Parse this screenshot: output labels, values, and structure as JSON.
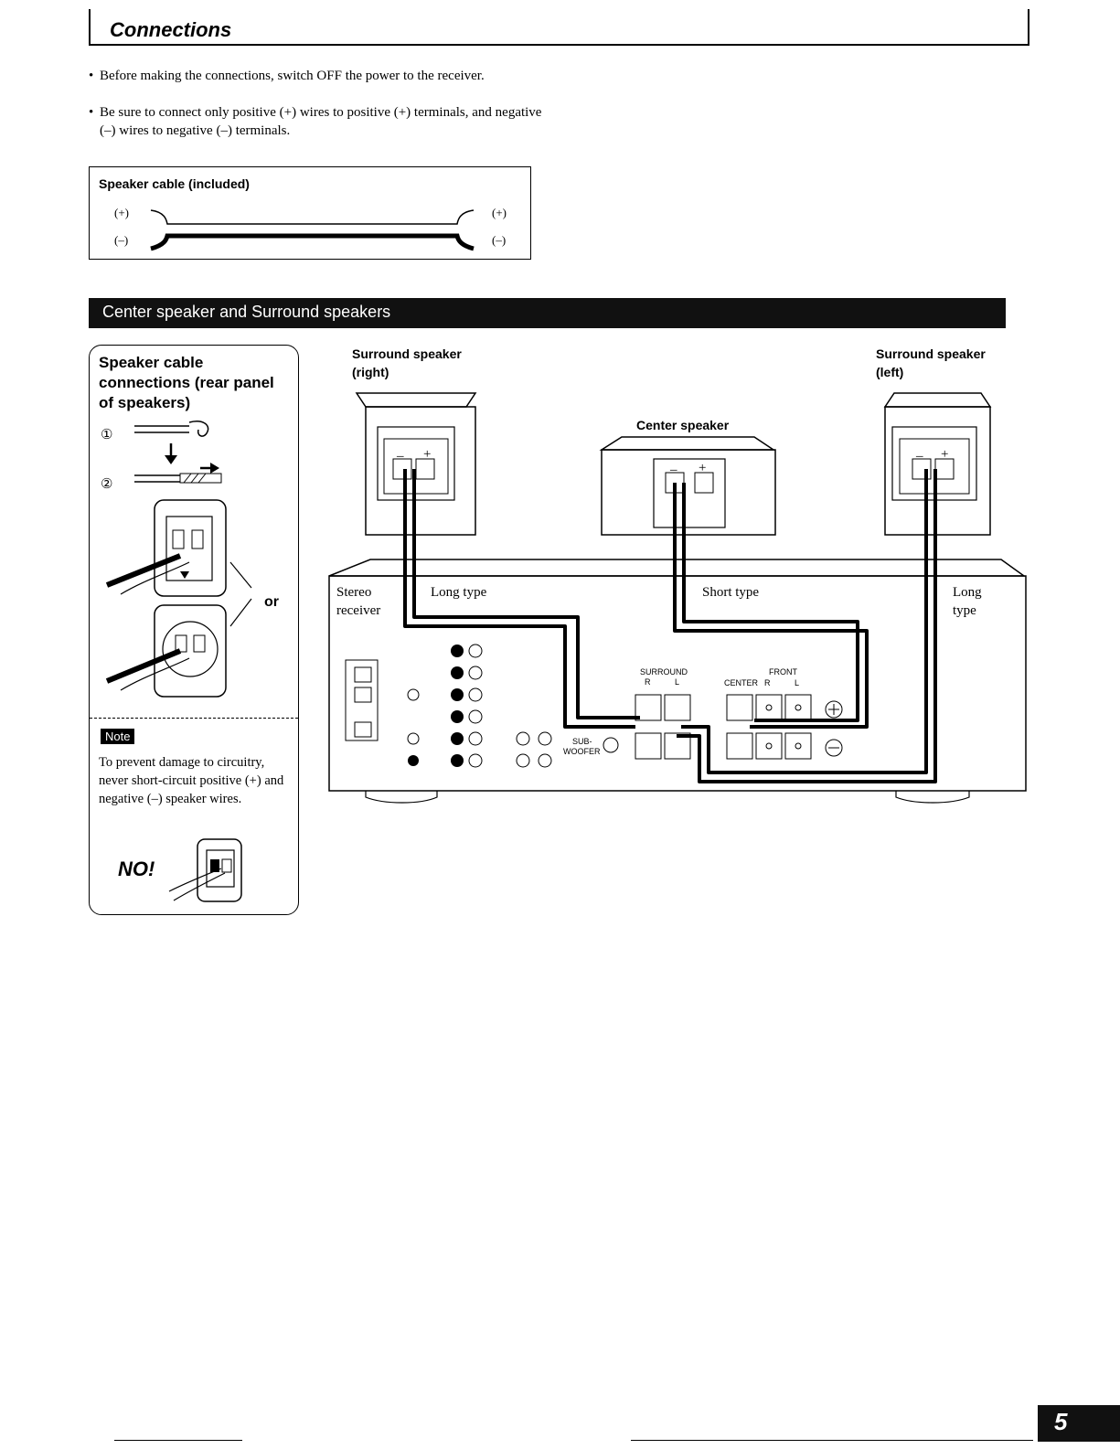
{
  "header": {
    "title": "Connections"
  },
  "intro": {
    "bullets": [
      "Before making the connections, switch OFF the power to the receiver.",
      "Be sure to connect only positive (+) wires to positive (+) terminals, and negative (–) wires to negative (–) terminals."
    ],
    "bullet_marker": "•"
  },
  "cable_box": {
    "title": "Speaker cable (included)",
    "left_plus": "(+)",
    "left_minus": "(–)",
    "right_plus": "(+)",
    "right_minus": "(–)"
  },
  "section": {
    "title": "Center speaker and Surround speakers"
  },
  "side_panel": {
    "title": "Speaker cable connections (rear panel of speakers)",
    "step1": "①",
    "step2": "②",
    "or_label": "or",
    "note_badge": "Note",
    "note_text": "To prevent damage to circuitry, never short-circuit positive (+) and negative (–) speaker wires.",
    "no_label": "NO!"
  },
  "diagram": {
    "surround_right_label_1": "Surround speaker",
    "surround_right_label_2": "(right)",
    "surround_left_label_1": "Surround speaker",
    "surround_left_label_2": "(left)",
    "center_label": "Center speaker",
    "receiver_label_1": "Stereo",
    "receiver_label_2": "receiver",
    "long_type_left": "Long type",
    "short_type": "Short type",
    "long_type_right_1": "Long",
    "long_type_right_2": "type",
    "terminal_minus": "–",
    "terminal_plus": "+",
    "surround_group": "SURROUND",
    "front_group": "FRONT",
    "center_terminal": "CENTER",
    "r_mark": "R",
    "l_mark": "L",
    "subwoofer_1": "SUB-",
    "subwoofer_2": "WOOFER"
  },
  "footer": {
    "page_number": "5"
  }
}
